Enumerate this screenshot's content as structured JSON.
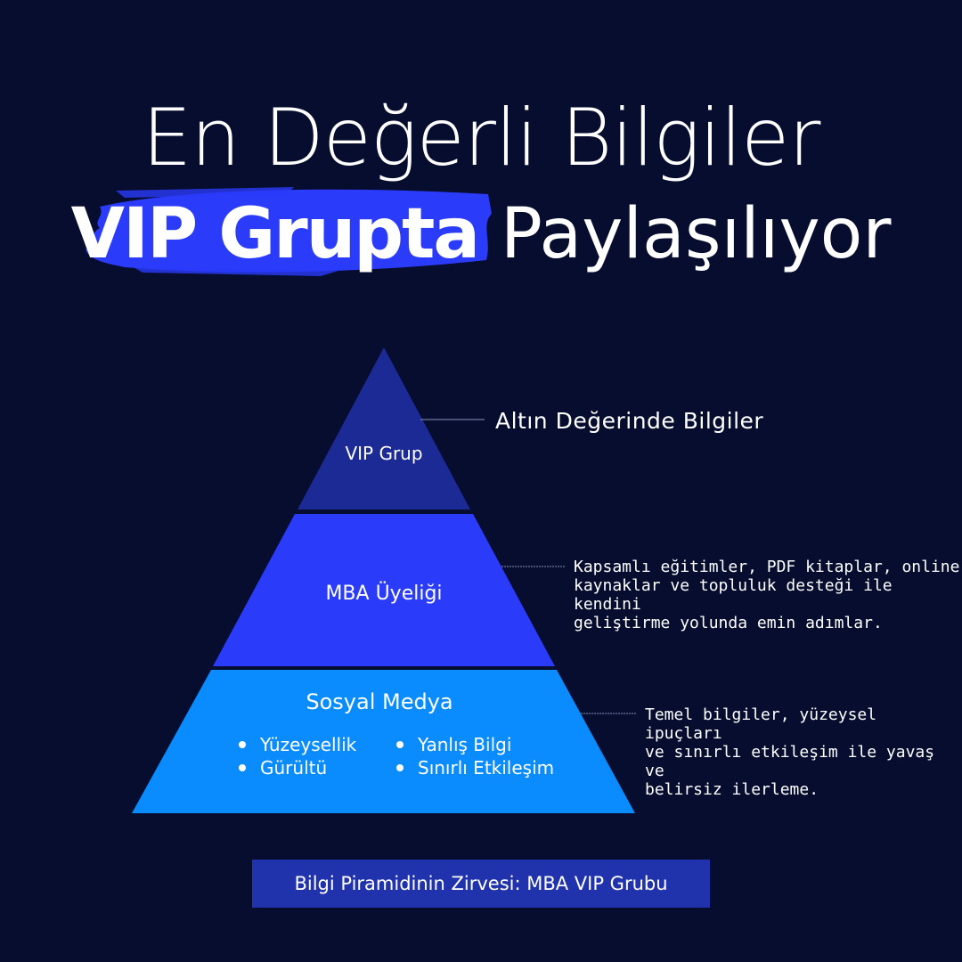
{
  "headline": {
    "line1": "En Değerli Bilgiler",
    "highlight": "VIP Grupta",
    "rest": "Paylaşılıyor"
  },
  "pyramid": {
    "top": {
      "label": "VIP Grup",
      "description": "Altın Değerinde Bilgiler",
      "color": "#1c2a96"
    },
    "middle": {
      "label": "MBA Üyeliği",
      "description": [
        "Kapsamlı eğitimler, PDF kitaplar, online",
        "kaynaklar ve topluluk desteği ile kendini",
        "geliştirme yolunda emin adımlar."
      ],
      "color": "#2a3bfa"
    },
    "bottom": {
      "label": "Sosyal Medya",
      "bullets_left": [
        "Yüzeysellik",
        "Gürültü"
      ],
      "bullets_right": [
        "Yanlış Bilgi",
        "Sınırlı Etkileşim"
      ],
      "description": [
        "Temel bilgiler, yüzeysel ipuçları",
        "ve sınırlı etkileşim ile yavaş ve",
        "belirsiz ilerleme."
      ],
      "color": "#0a8cff"
    }
  },
  "footer": "Bilgi Piramidinin Zirvesi: MBA VIP Grubu",
  "colors": {
    "background": "#060d2e",
    "brush": "#2a3bfa",
    "footer_box": "#2033ad"
  }
}
